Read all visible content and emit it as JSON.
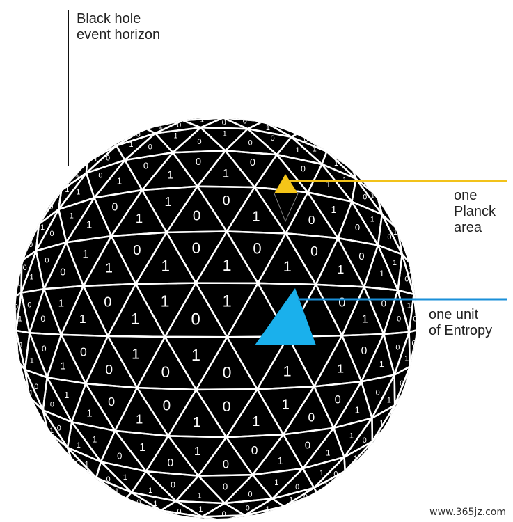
{
  "labels": {
    "event_horizon": [
      "Black hole",
      "event horizon"
    ],
    "planck": [
      "one",
      "Planck",
      "area"
    ],
    "entropy": [
      "one unit",
      "of Entropy"
    ]
  },
  "watermark": "www.365jz.com",
  "colors": {
    "sphere": "#000000",
    "mesh": "#ffffff",
    "planck": "#f5c518",
    "entropy": "#1ab0ec",
    "leader_line": "#111111"
  },
  "bits": "0101001011010101001110110101010011010101101100101010110100110101010101101010011011010100101101001010110101010011010101100101010110101001011010101101001010110101001101010101"
}
